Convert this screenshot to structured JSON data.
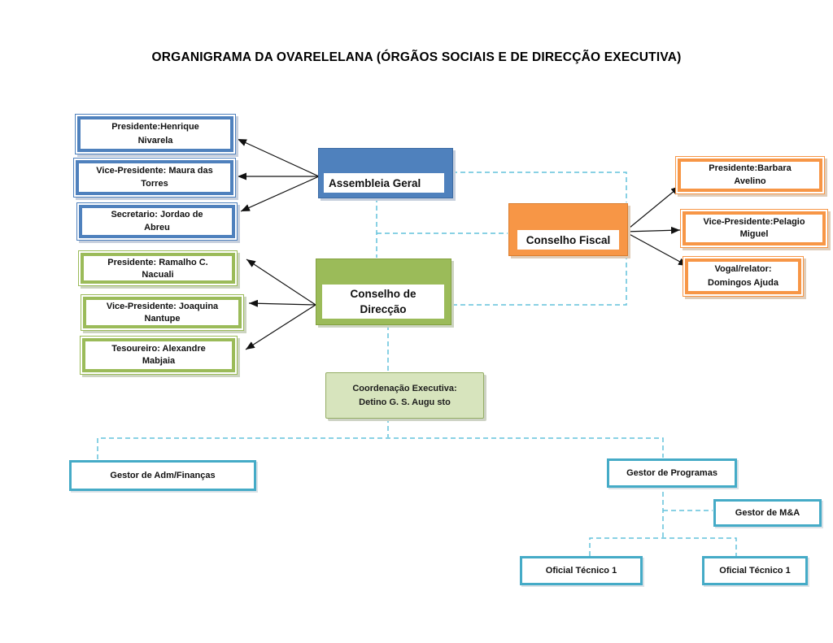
{
  "title": "ORGANIGRAMA DA OVARELELANA (ÓRGÃOS SOCIAIS E DE DIRECÇÃO EXECUTIVA)",
  "chart": {
    "assembleia": {
      "label": "Assembleia Geral",
      "members": [
        {
          "line1": "Presidente:Henrique",
          "line2": "Nivarela"
        },
        {
          "line1": "Vice-Presidente: Maura das",
          "line2": "Torres"
        },
        {
          "line1": "Secretario: Jordao de",
          "line2": "Abreu"
        }
      ]
    },
    "fiscal": {
      "label": "Conselho Fiscal",
      "members": [
        {
          "line1": "Presidente:Barbara",
          "line2": "Avelino"
        },
        {
          "line1": "Vice-Presidente:Pelagio",
          "line2": "Miguel"
        },
        {
          "line1": "Vogal/relator:",
          "line2": "Domingos Ajuda"
        }
      ]
    },
    "direccao": {
      "label_line1": "Conselho de",
      "label_line2": "Direcção",
      "members": [
        {
          "line1": "Presidente: Ramalho C.",
          "line2": "Nacuali"
        },
        {
          "line1": "Vice-Presidente: Joaquina",
          "line2": "Nantupe"
        },
        {
          "line1": "Tesoureiro: Alexandre",
          "line2": "Mabjaia"
        }
      ]
    },
    "executiva": {
      "coordenacao": {
        "line1": "Coordenação Executiva:",
        "line2": "Detino G. S. Augu sto"
      },
      "gestores": [
        {
          "label": "Gestor de Adm/Finanças"
        },
        {
          "label": "Gestor de Programas"
        },
        {
          "label": "Gestor de M&A"
        }
      ],
      "oficiais": [
        {
          "label": "Oficial Técnico 1"
        },
        {
          "label": "Oficial Técnico 1"
        }
      ]
    }
  },
  "colors": {
    "blue": "#4f81bd",
    "orange": "#f79646",
    "green": "#9bbb59",
    "light_green": "#d7e4bd",
    "teal": "#4bacc6",
    "connector_dash": "#62c2dc",
    "arrow": "#111111",
    "text": "#000000"
  }
}
